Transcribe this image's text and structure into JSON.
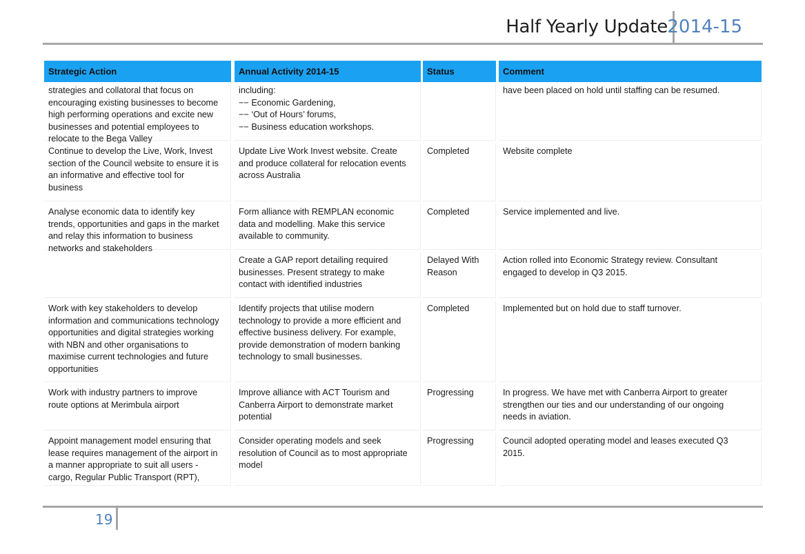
{
  "header": {
    "title": "Half Yearly Update",
    "year": "2014-15"
  },
  "table": {
    "columns": [
      "Strategic Action",
      "Annual Activity 2014-15",
      "Status",
      "Comment"
    ],
    "rows": [
      {
        "action": [
          "strategies and collatoral that focus on",
          "encouraging existing businesses to become",
          "high performing operations and excite new",
          "businesses and potential employees to",
          "relocate to the Bega Valley"
        ],
        "activity": [
          "including:",
          "−− Economic Gardening,",
          "−− ‘Out of Hours’ forums,",
          "−− Business education workshops."
        ],
        "status": [],
        "comment": [
          "have been placed on hold until staffing can be resumed."
        ]
      },
      {
        "action": [
          "Continue to develop the Live, Work, Invest",
          "section of the Council website to ensure it is",
          "an informative and effective tool for",
          "business"
        ],
        "activity": [
          "Update Live Work Invest website.  Create",
          "and produce collateral for relocation events",
          "across Australia"
        ],
        "status": [
          "Completed"
        ],
        "comment": [
          "Website complete"
        ]
      },
      {
        "action": [
          "Analyse economic data to identify key",
          "trends, opportunities and gaps in the market",
          "and relay this information to business",
          "networks and stakeholders"
        ],
        "activity": [
          "Form alliance with REMPLAN economic",
          "data and modelling. Make this service",
          "available to community."
        ],
        "status": [
          "Completed"
        ],
        "comment": [
          "Service implemented and live."
        ]
      },
      {
        "action": [],
        "activity": [
          "Create a GAP report detailing required",
          "businesses. Present strategy to make",
          "contact with identified industries"
        ],
        "status": [
          "Delayed With",
          "Reason"
        ],
        "comment": [
          "Action rolled into Economic Strategy review. Consultant",
          "engaged to develop in Q3 2015."
        ]
      },
      {
        "action": [
          "Work with key stakeholders to develop",
          "information and communications technology",
          "opportunities and digital strategies working",
          "with NBN and other organisations to",
          "maximise current technologies and future",
          "opportunities"
        ],
        "activity": [
          "Identify projects that utilise modern",
          "technology to provide a more efficient and",
          "effective business delivery. For example,",
          "provide demonstration of modern banking",
          "technology to small businesses."
        ],
        "status": [
          "Completed"
        ],
        "comment": [
          "Implemented but on hold due to staff turnover."
        ]
      },
      {
        "action": [
          "Work with industry partners to improve",
          "route options at Merimbula airport"
        ],
        "activity": [
          "Improve alliance with ACT Tourism and",
          "Canberra Airport to demonstrate market",
          "potential"
        ],
        "status": [
          "Progressing"
        ],
        "comment": [
          "In progress. We have met with Canberra Airport to greater",
          "strengthen our ties and our understanding of our ongoing",
          "needs in aviation."
        ]
      },
      {
        "action": [
          "Appoint management model ensuring that",
          "lease requires management of the airport in",
          "a manner appropriate to suit all users -",
          "cargo, Regular Public Transport (RPT),"
        ],
        "activity": [
          "Consider operating models and seek",
          "resolution of Council as to most appropriate",
          "model"
        ],
        "status": [
          "Progressing"
        ],
        "comment": [
          "Council adopted operating model and leases executed Q3",
          "2015."
        ]
      }
    ]
  },
  "footer": {
    "page_number": "19"
  }
}
